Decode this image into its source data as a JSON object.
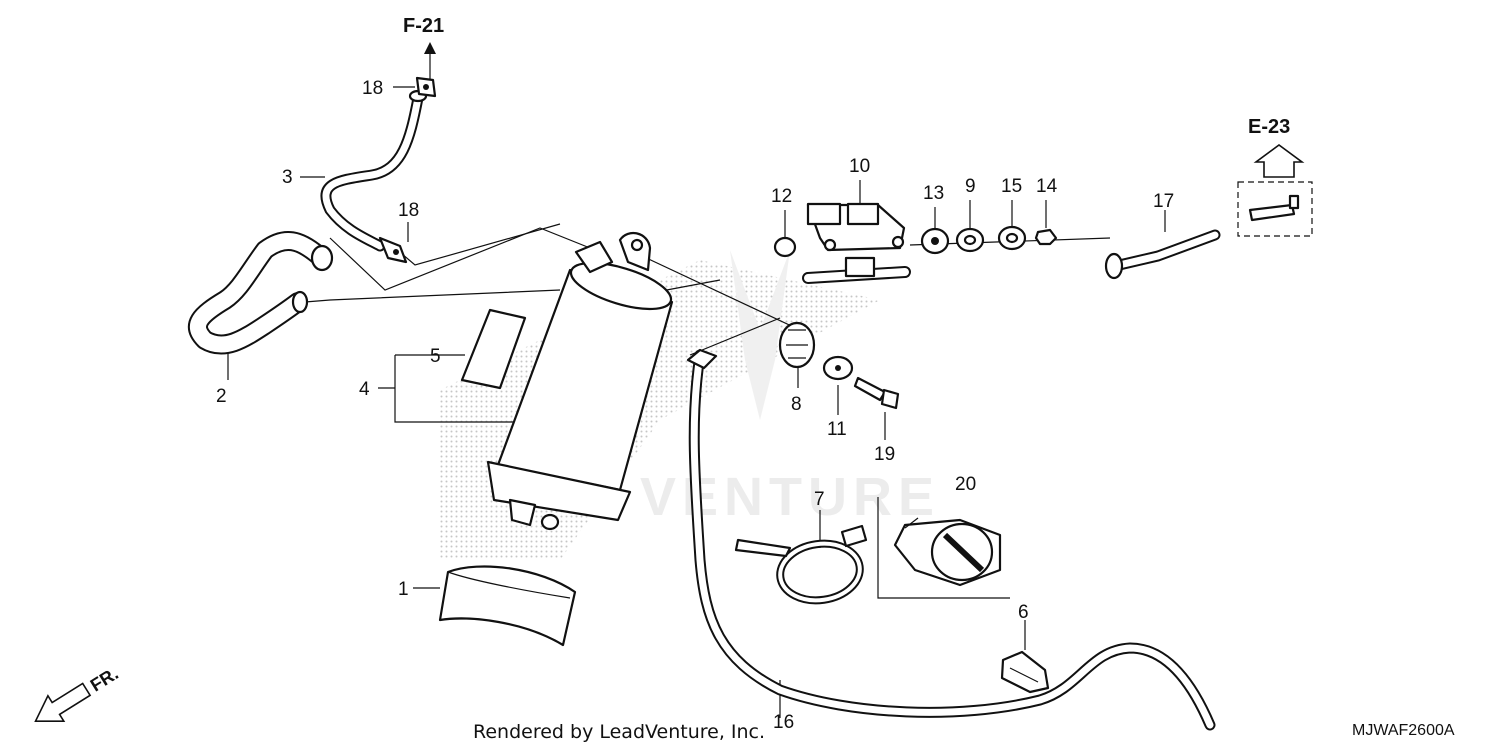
{
  "diagram": {
    "callouts": {
      "p1": "1",
      "p2": "2",
      "p3": "3",
      "p4": "4",
      "p5": "5",
      "p6": "6",
      "p7": "7",
      "p8": "8",
      "p9": "9",
      "p10": "10",
      "p11": "11",
      "p12": "12",
      "p13": "13",
      "p14": "14",
      "p15": "15",
      "p16": "16",
      "p17": "17",
      "p18a": "18",
      "p18b": "18",
      "p19": "19",
      "p20": "20"
    },
    "references": {
      "top": "F-21",
      "right": "E-23"
    },
    "front_label": "FR.",
    "footer": "Rendered by LeadVenture, Inc.",
    "diagram_code": "MJWAF2600A",
    "watermark": "VENTURE"
  }
}
